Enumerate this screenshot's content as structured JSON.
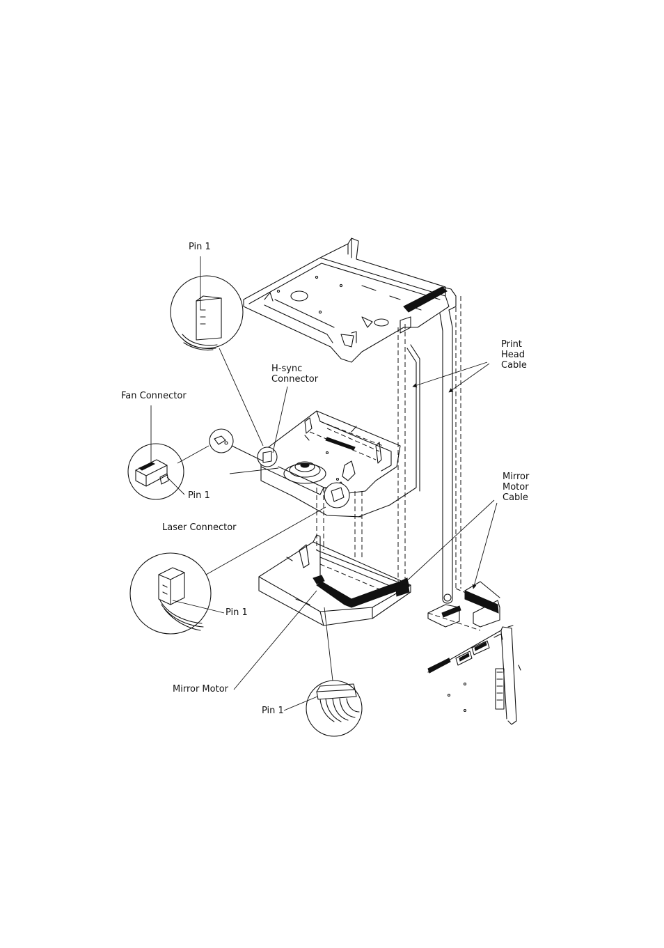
{
  "labels": {
    "pin1_top": "Pin 1",
    "hsync": "H-sync\nConnector",
    "fan_connector": "Fan Connector",
    "pin1_fan": "Pin 1",
    "laser_connector": "Laser Connector",
    "pin1_laser": "Pin 1",
    "mirror_motor": "Mirror Motor",
    "pin1_bottom": "Pin 1",
    "print_head_cable": "Print\nHead\nCable",
    "mirror_motor_cable": "Mirror\nMotor\nCable"
  }
}
